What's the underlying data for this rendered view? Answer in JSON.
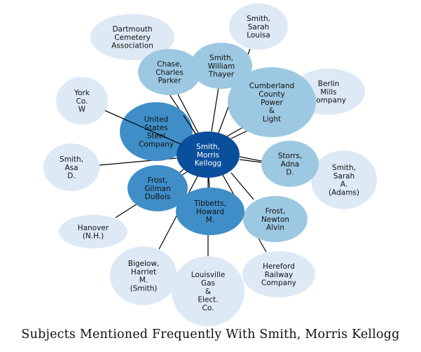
{
  "caption": "Subjects Mentioned Frequently With Smith, Morris Kellogg",
  "colors": {
    "center": "#0a4f9c",
    "dark": "#3f8ec8",
    "medium": "#9dc8e2",
    "light": "#dde9f5",
    "edge": "#000000"
  },
  "nodes": {
    "center": [
      "Smith,",
      "Morris",
      "Kellogg"
    ],
    "dartmouth": [
      "Dartmouth",
      "Cemetery",
      "Association"
    ],
    "smith_sarah_louisa": [
      "Smith,",
      "Sarah",
      "Louisa"
    ],
    "chase": [
      "Chase,",
      "Charles",
      "Parker"
    ],
    "smith_william": [
      "Smith,",
      "William",
      "Thayer"
    ],
    "berlin": [
      "Berlin",
      "Mills",
      "Company"
    ],
    "cumberland": [
      "Cumberland",
      "County",
      "Power",
      "&",
      "Light"
    ],
    "york": [
      "York",
      "Co.",
      "W"
    ],
    "us_steel": [
      "United",
      "States",
      "Steel",
      "Company"
    ],
    "smith_asa": [
      "Smith,",
      "Asa",
      "D."
    ],
    "storrs": [
      "Storrs,",
      "Adna",
      "D."
    ],
    "smith_sarah_adams": [
      "Smith,",
      "Sarah",
      "A.",
      "(Adams)"
    ],
    "frost_gilman": [
      "Frost,",
      "Gilman",
      "DuBois"
    ],
    "tibbetts": [
      "Tibbetts,",
      "Howard",
      "M."
    ],
    "frost_newton": [
      "Frost,",
      "Newton",
      "Alvin"
    ],
    "hanover": [
      "Hanover",
      "(N.H.)"
    ],
    "bigelow": [
      "Bigelow,",
      "Harriet",
      "M.",
      "(Smith)"
    ],
    "louisville": [
      "Louisville",
      "Gas",
      "&",
      "Elect.",
      "Co."
    ],
    "hereford": [
      "Hereford",
      "Railway",
      "Company"
    ]
  }
}
